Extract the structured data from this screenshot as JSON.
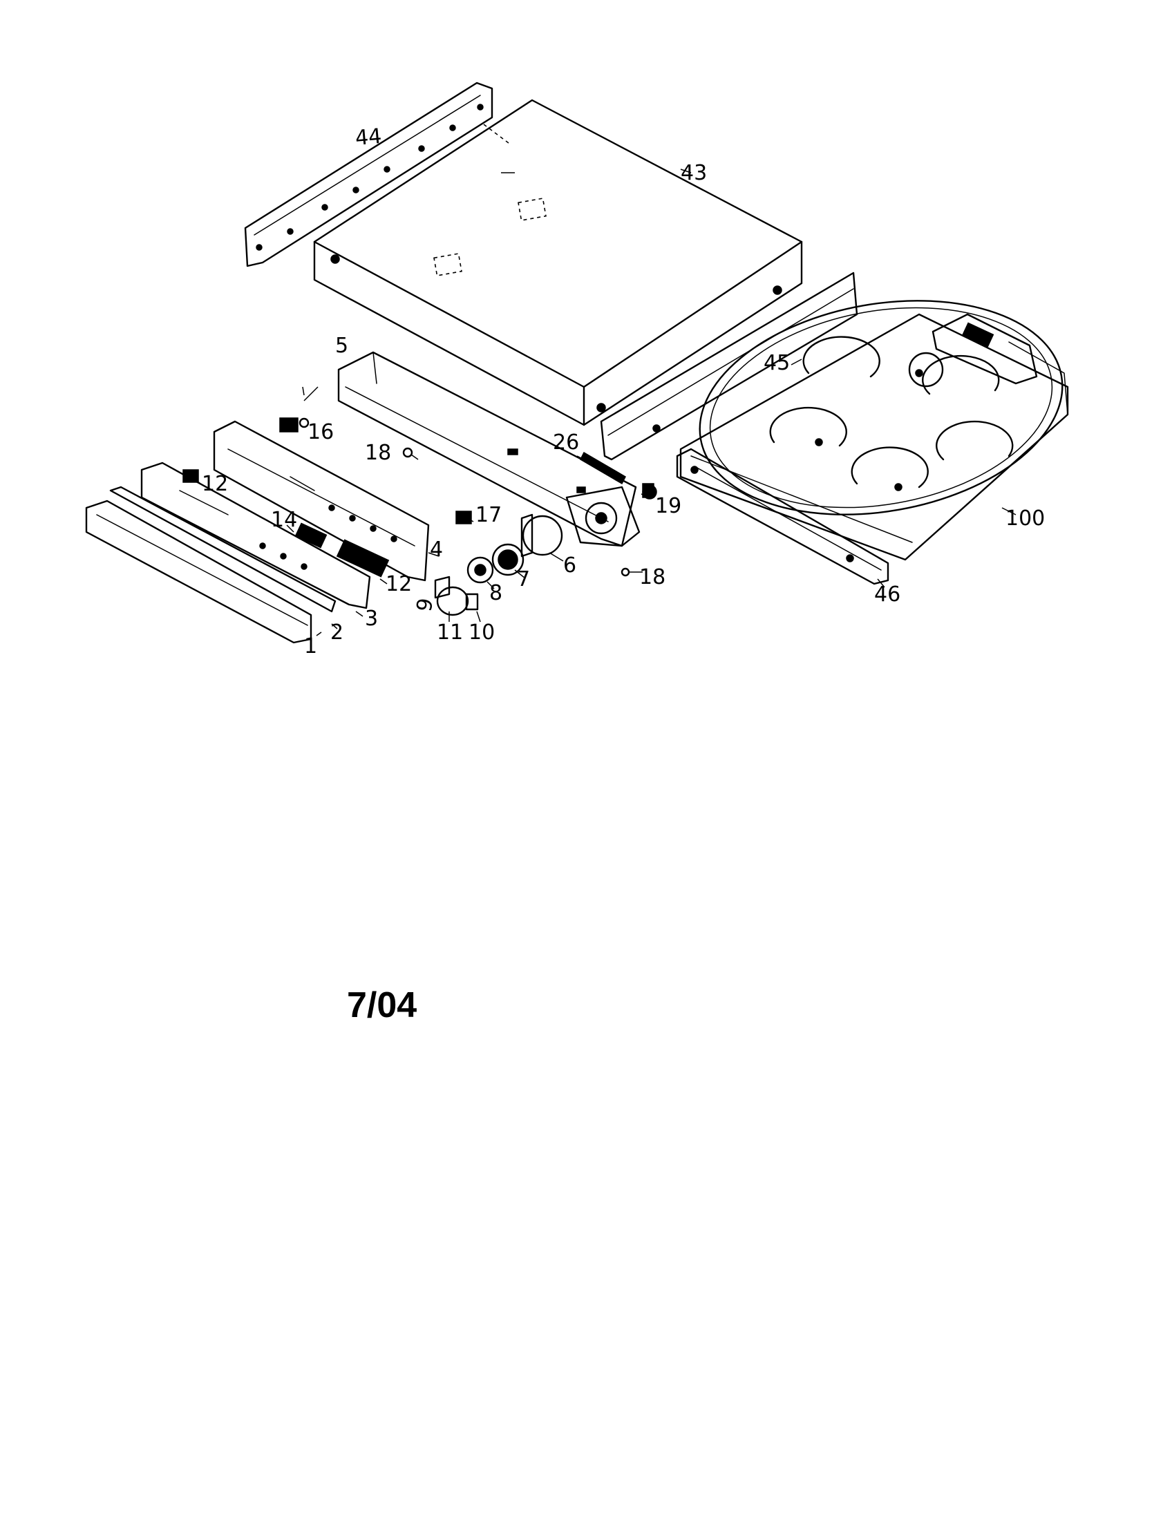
{
  "diagram": {
    "date_code": "7/04",
    "callouts": [
      {
        "id": "c1",
        "text": "1"
      },
      {
        "id": "c2",
        "text": "2"
      },
      {
        "id": "c3",
        "text": "3"
      },
      {
        "id": "c4",
        "text": "4"
      },
      {
        "id": "c5",
        "text": "5"
      },
      {
        "id": "c6",
        "text": "6"
      },
      {
        "id": "c7",
        "text": "7"
      },
      {
        "id": "c8",
        "text": "8"
      },
      {
        "id": "c9",
        "text": "9"
      },
      {
        "id": "c10",
        "text": "10"
      },
      {
        "id": "c11",
        "text": "11"
      },
      {
        "id": "c12a",
        "text": "12"
      },
      {
        "id": "c12b",
        "text": "12"
      },
      {
        "id": "c14",
        "text": "14"
      },
      {
        "id": "c16",
        "text": "16"
      },
      {
        "id": "c17",
        "text": "17"
      },
      {
        "id": "c18a",
        "text": "18"
      },
      {
        "id": "c18b",
        "text": "18"
      },
      {
        "id": "c19",
        "text": "19"
      },
      {
        "id": "c26",
        "text": "26"
      },
      {
        "id": "c43",
        "text": "43"
      },
      {
        "id": "c44",
        "text": "44"
      },
      {
        "id": "c45",
        "text": "45"
      },
      {
        "id": "c46",
        "text": "46"
      },
      {
        "id": "c100",
        "text": "100"
      }
    ]
  }
}
